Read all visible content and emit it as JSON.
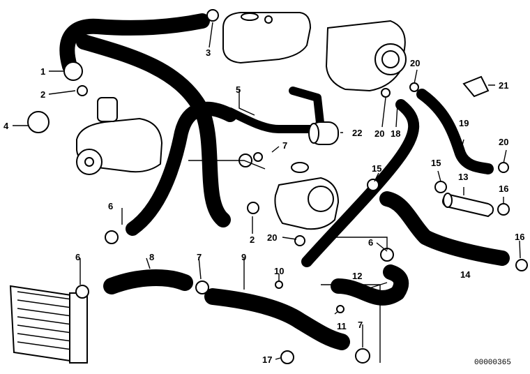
{
  "diagram": {
    "reference_number": "00000365",
    "callouts": [
      "1",
      "2",
      "3",
      "4",
      "5",
      "6",
      "6",
      "6",
      "7",
      "7",
      "7",
      "8",
      "9",
      "10",
      "11",
      "12",
      "13",
      "14",
      "15",
      "15",
      "16",
      "16",
      "17",
      "18",
      "19",
      "20",
      "20",
      "20",
      "20",
      "21",
      "22",
      "2"
    ]
  }
}
